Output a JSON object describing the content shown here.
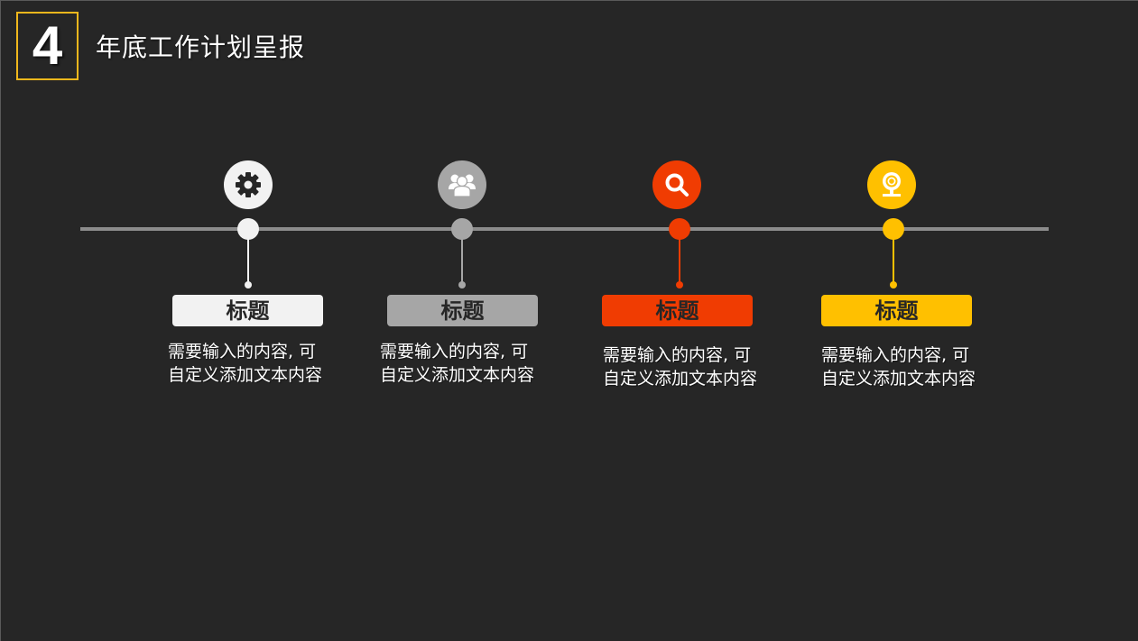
{
  "header": {
    "section_number": "4",
    "title": "年底工作计划呈报"
  },
  "timeline": {
    "line_color": "#8c8c8c",
    "items": [
      {
        "icon": "gear-icon",
        "color": "#f2f2f2",
        "title": "标题",
        "description": "需要输入的内容, 可自定义添加文本内容"
      },
      {
        "icon": "users-group-icon",
        "color": "#a6a6a6",
        "title": "标题",
        "description": "需要输入的内容, 可自定义添加文本内容"
      },
      {
        "icon": "search-icon",
        "color": "#f03c02",
        "title": "标题",
        "description": "需要输入的内容, 可自定义添加文本内容"
      },
      {
        "icon": "webcam-icon",
        "color": "#ffc000",
        "title": "标题",
        "description": "需要输入的内容, 可自定义添加文本内容"
      }
    ]
  },
  "colors": {
    "background": "#262626",
    "accent_border": "#f0b71c",
    "text": "#ffffff"
  }
}
